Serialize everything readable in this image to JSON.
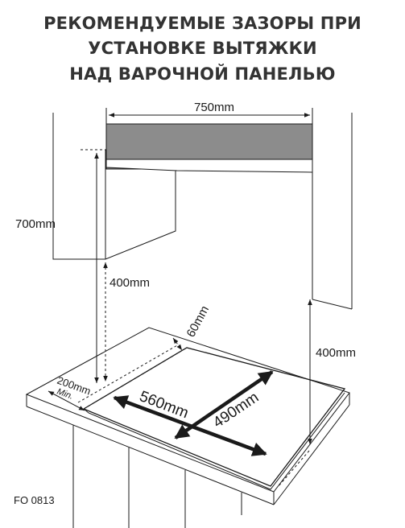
{
  "title": {
    "line1": "РЕКОМЕНДУЕМЫЕ ЗАЗОРЫ ПРИ",
    "line2": "УСТАНОВКЕ ВЫТЯЖКИ",
    "line3": "НАД ВАРОЧНОЙ ПАНЕЛЬЮ"
  },
  "dimensions": {
    "hood_width": "750mm",
    "cabinet_height": "700mm",
    "clearance_left": "400mm",
    "clearance_right": "400mm",
    "back_gap": "60mm",
    "side_gap": "200mm",
    "side_gap_note": "Min.",
    "hob_depth": "560mm",
    "hob_width": "490mm"
  },
  "code": "FO 0813",
  "colors": {
    "hood_fill": "#8c8c8c",
    "line": "#1a1a1a"
  }
}
